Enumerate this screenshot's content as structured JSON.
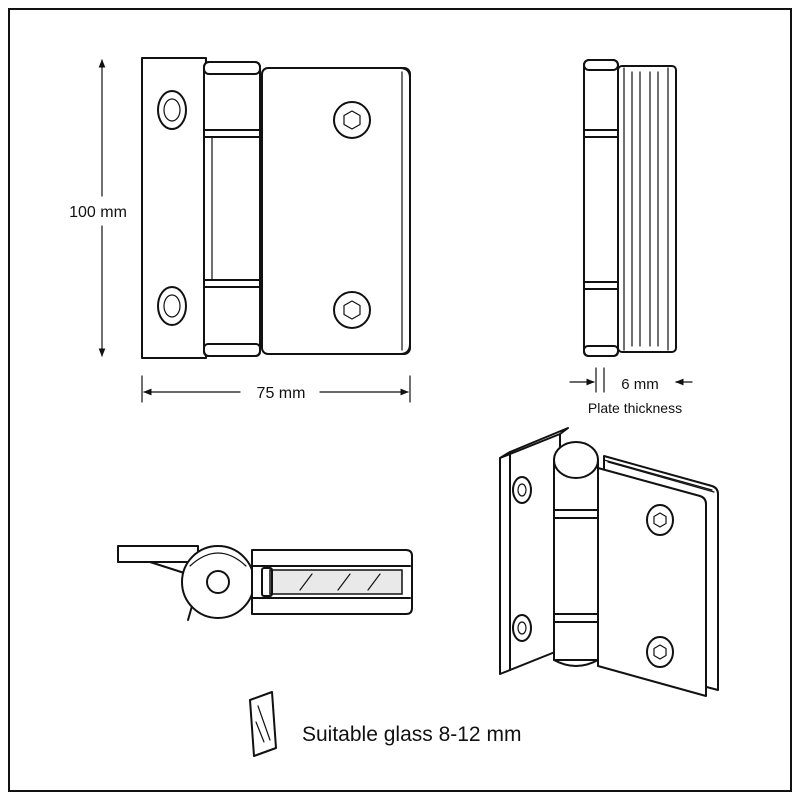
{
  "dimensions": {
    "height_label": "100 mm",
    "width_label": "75 mm",
    "thickness_label": "6 mm",
    "thickness_caption": "Plate thickness"
  },
  "glass_note": "Suitable glass 8-12 mm"
}
